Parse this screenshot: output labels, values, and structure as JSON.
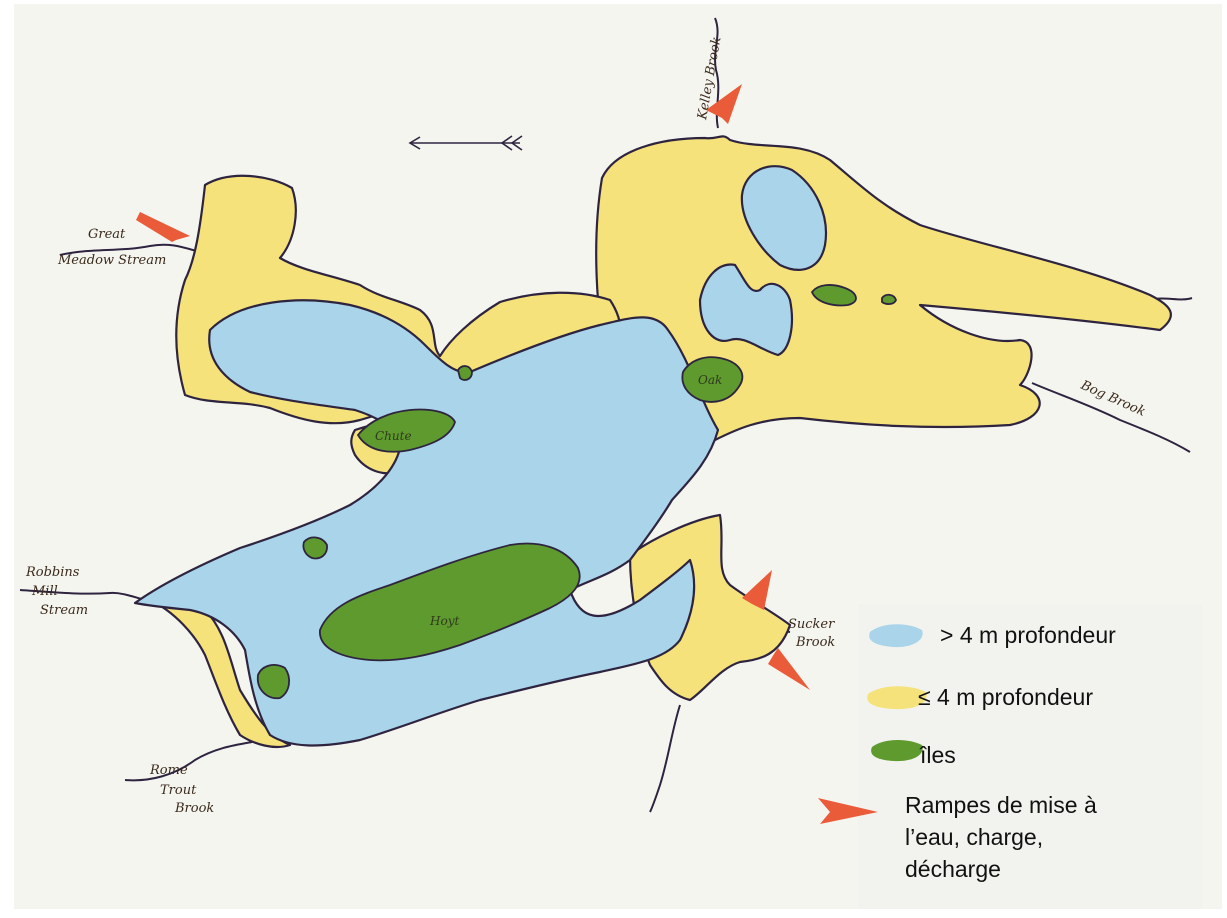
{
  "map": {
    "streams": {
      "great_meadow_1": "Great",
      "great_meadow_2": "Meadow Stream",
      "robbins_1": "Robbins",
      "robbins_2": "Mill",
      "robbins_3": "Stream",
      "rome_1": "Rome",
      "rome_2": "Trout",
      "rome_3": "Brook",
      "sucker_1": "Sucker",
      "sucker_2": "Brook",
      "bog_brook": "Bog Brook",
      "top_brook": "Kelley Brook"
    },
    "islands": {
      "hoyt": "Hoyt",
      "oak": "Oak",
      "chute": "Chute"
    },
    "colors": {
      "deep": "#a9d4ea",
      "shallow": "#f5e27a",
      "island": "#5e9a2e",
      "ramp": "#ea5b3a",
      "shore": "#2e2440"
    }
  },
  "legend": {
    "deep": "> 4 m profondeur",
    "shallow": "≤ 4 m profondeur",
    "islands": "îles",
    "ramps_1": "Rampes de mise à",
    "ramps_2": "l’eau, charge,",
    "ramps_3": "décharge"
  }
}
